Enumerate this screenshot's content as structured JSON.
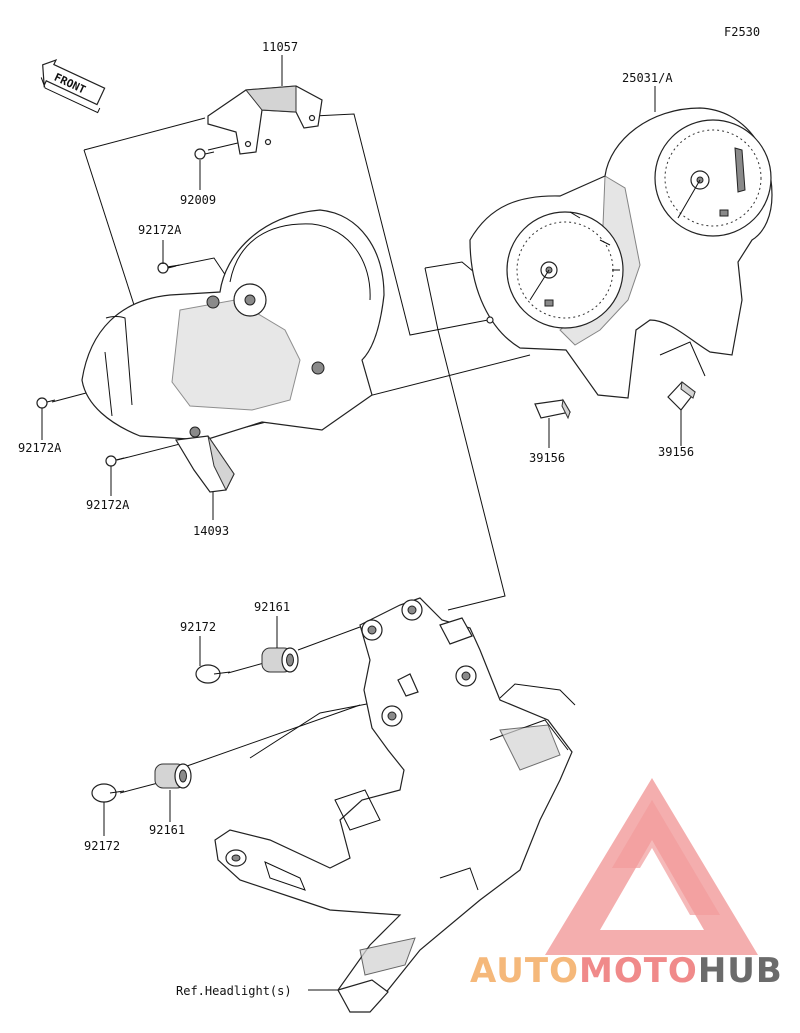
{
  "diagram": {
    "figure_code": "F2530",
    "front_marker": "FRONT",
    "parts": [
      {
        "id": "p11057",
        "number": "11057"
      },
      {
        "id": "p25031a",
        "number": "25031/A"
      },
      {
        "id": "p92009",
        "number": "92009"
      },
      {
        "id": "p92172a_top",
        "number": "92172A"
      },
      {
        "id": "p92172a_left",
        "number": "92172A"
      },
      {
        "id": "p92172a_bottom",
        "number": "92172A"
      },
      {
        "id": "p14093",
        "number": "14093"
      },
      {
        "id": "p39156_left",
        "number": "39156"
      },
      {
        "id": "p39156_right",
        "number": "39156"
      },
      {
        "id": "p92161_top",
        "number": "92161"
      },
      {
        "id": "p92172_top",
        "number": "92172"
      },
      {
        "id": "p92161_bottom",
        "number": "92161"
      },
      {
        "id": "p92172_bottom",
        "number": "92172"
      }
    ],
    "reference_label": "Ref.Headlight(s)"
  },
  "watermark": {
    "brand_part1": "AUTO",
    "brand_part2": "MOTO",
    "brand_part3": "HUB",
    "colors": {
      "auto": "#f5b87a",
      "moto": "#f08a8a",
      "hub": "#6b6b6b",
      "triangle": "#f3a0a0"
    }
  }
}
